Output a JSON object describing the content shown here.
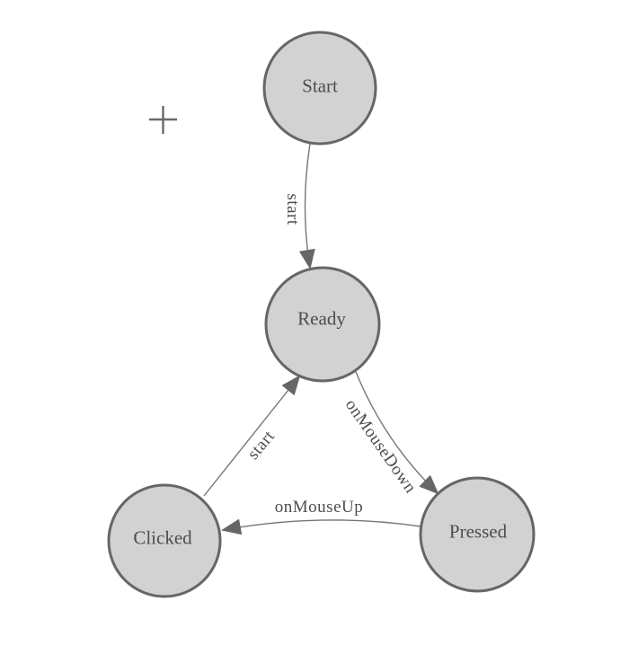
{
  "diagram": {
    "type": "state-machine-graph",
    "background": "#ffffff",
    "colors": {
      "node_fill": "#d2d2d2",
      "node_stroke": "#666666",
      "edge_stroke": "#757575",
      "arrowhead": "#666666",
      "label_text": "#4d4d4d",
      "crosshair": "#6a6a6a"
    },
    "nodes": [
      {
        "id": "start",
        "label": "Start"
      },
      {
        "id": "ready",
        "label": "Ready"
      },
      {
        "id": "clicked",
        "label": "Clicked"
      },
      {
        "id": "pressed",
        "label": "Pressed"
      }
    ],
    "edges": [
      {
        "from": "start",
        "to": "ready",
        "label": "start"
      },
      {
        "from": "clicked",
        "to": "ready",
        "label": "start"
      },
      {
        "from": "ready",
        "to": "pressed",
        "label": "onMouseDown"
      },
      {
        "from": "pressed",
        "to": "clicked",
        "label": "onMouseUp"
      }
    ],
    "cursor_icon": "crosshair"
  }
}
